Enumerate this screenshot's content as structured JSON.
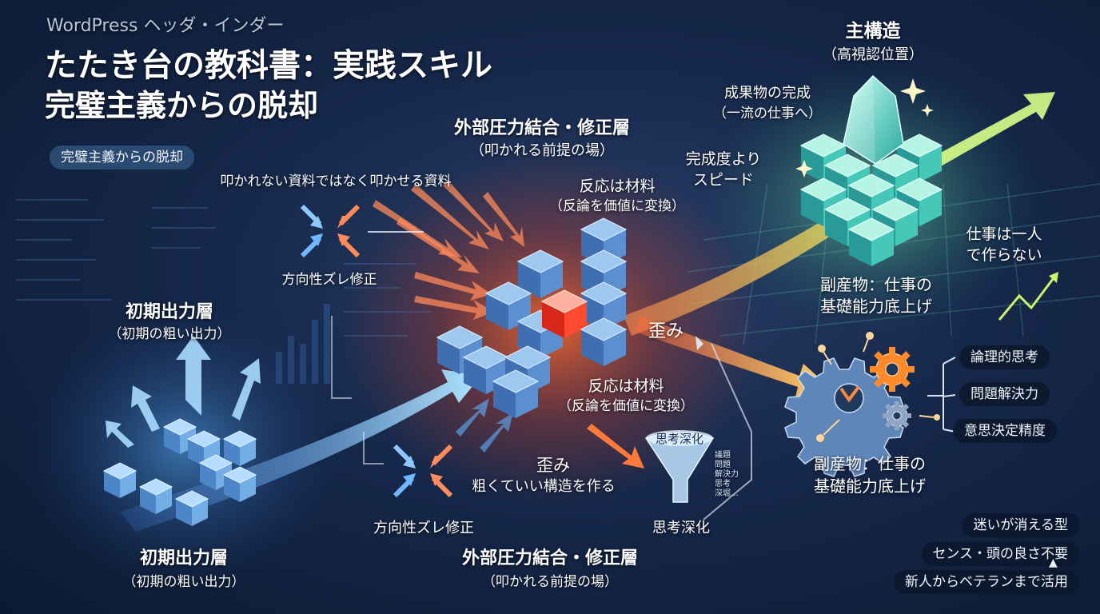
{
  "header": {
    "series": "WordPress ヘッダ・インダー",
    "title_line1": "たたき台の教科書：実践スキル",
    "title_line2": "完璧主義からの脱却",
    "tag": "完璧主義からの脱却"
  },
  "labels": {
    "main_structure": "主構造",
    "main_structure_sub": "（高視認位置）",
    "deliverable": "成果物の完成",
    "deliverable_sub": "（一流の仕事へ）",
    "speed": "完成度より",
    "speed_2": "スピード",
    "external_top": "外部圧力結合・修正層",
    "external_top_sub": "（叩かれる前提の場）",
    "slogan": "叩かれない資料ではなく叩かせる資料",
    "reaction_top": "反応は材料",
    "reaction_top_sub": "（反論を価値に変換）",
    "direction_top": "方向性ズレ修正",
    "initial_top": "初期出力層",
    "initial_top_sub": "（初期の粗い出力）",
    "distortion_right": "歪み",
    "reaction_mid": "反応は材料",
    "reaction_mid_sub": "（反論を価値に変換）",
    "distortion_bottom": "歪み",
    "rough_ok": "粗くていい構造を作る",
    "direction_bottom": "方向性ズレ修正",
    "funnel_label": "思考深化",
    "funnel_items": [
      "議題",
      "問題",
      "解決力",
      "思考",
      "深堀…"
    ],
    "thinking_deepening": "思考深化",
    "initial_bottom": "初期出力層",
    "initial_bottom_sub": "（初期の粗い出力）",
    "external_bottom": "外部圧力結合・修正層",
    "external_bottom_sub": "（叩かれる前提の場）",
    "not_alone": "仕事は一人",
    "not_alone_2": "で作らない",
    "byproduct_top": "副産物：仕事の",
    "byproduct_top_2": "基礎能力底上げ",
    "byproduct_bottom": "副産物：仕事の",
    "byproduct_bottom_2": "基礎能力底上げ"
  },
  "skills": [
    "論理的思考",
    "問題解決力",
    "意思決定精度"
  ],
  "benefits": [
    "迷いが消える型",
    "センス・頭の良さ不要",
    "新人からベテランまで活用"
  ],
  "colors": {
    "accent_orange": "#ff7a3a",
    "accent_blue": "#6fc3ff",
    "accent_green": "#b8f06a",
    "red_core": "#ff3a2a",
    "teal_cube": "#3fc6c0"
  }
}
